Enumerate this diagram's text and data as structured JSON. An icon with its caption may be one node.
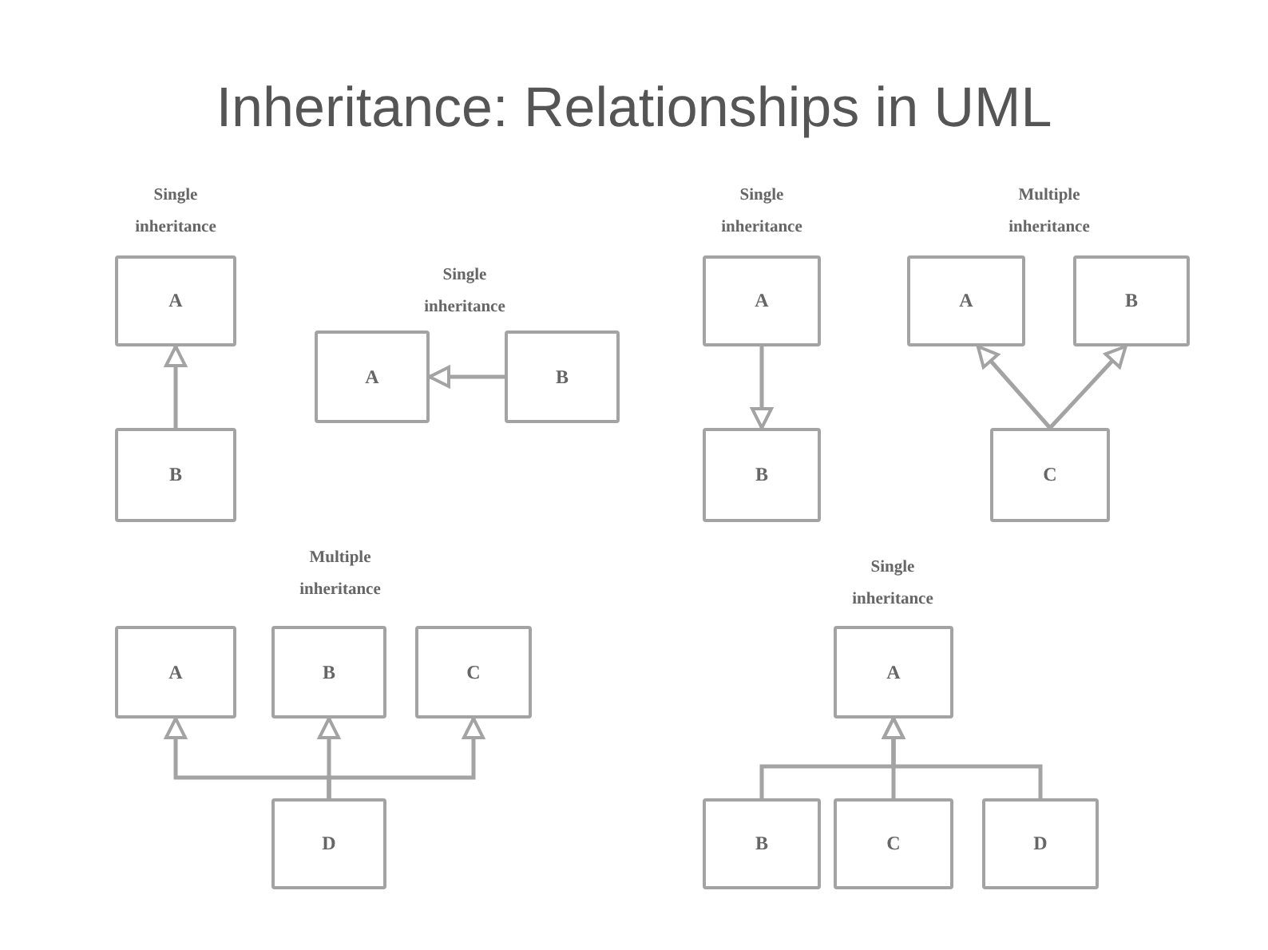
{
  "diagram": {
    "title": "Inheritance: Relationships in UML",
    "nodes": [
      {
        "text": [
          "A"
        ]
      },
      {
        "text": [
          "B"
        ]
      },
      {
        "text": [
          "A"
        ]
      },
      {
        "text": [
          "B"
        ]
      },
      {
        "text": [
          "A"
        ]
      },
      {
        "text": [
          "B"
        ]
      },
      {
        "text": [
          "A"
        ]
      },
      {
        "text": [
          "B"
        ]
      },
      {
        "text": [
          "C"
        ]
      },
      {
        "text": [
          "A"
        ]
      },
      {
        "text": [
          "B"
        ]
      },
      {
        "text": [
          "C"
        ]
      },
      {
        "text": [
          "D"
        ]
      },
      {
        "text": [
          "A"
        ]
      },
      {
        "text": [
          "B"
        ]
      },
      {
        "text": [
          "C"
        ]
      },
      {
        "text": [
          "D"
        ]
      }
    ],
    "edges": [
      {
        "from": 1,
        "to": 0,
        "arrow": "to"
      },
      {
        "from": 3,
        "to": 2,
        "arrow": "to"
      },
      {
        "from": 4,
        "to": 5,
        "arrow": "to"
      },
      {
        "from": 8,
        "to": 6,
        "arrow": "to"
      },
      {
        "from": 8,
        "to": 7,
        "arrow": "to"
      },
      {
        "from": 12,
        "to": 9,
        "arrow": "to"
      },
      {
        "from": 12,
        "to": 10,
        "arrow": "to"
      },
      {
        "from": 12,
        "to": 11,
        "arrow": "to"
      },
      {
        "from": 14,
        "to": 13,
        "arrow": "to"
      },
      {
        "from": 15,
        "to": 13,
        "arrow": "to"
      },
      {
        "from": 16,
        "to": 13,
        "arrow": "to"
      }
    ],
    "labels": [
      "Single inheritance",
      "Single inheritance",
      "Single inheritance",
      "Multiple inheritance",
      "Multiple inheritance",
      "Single inheritance"
    ]
  }
}
